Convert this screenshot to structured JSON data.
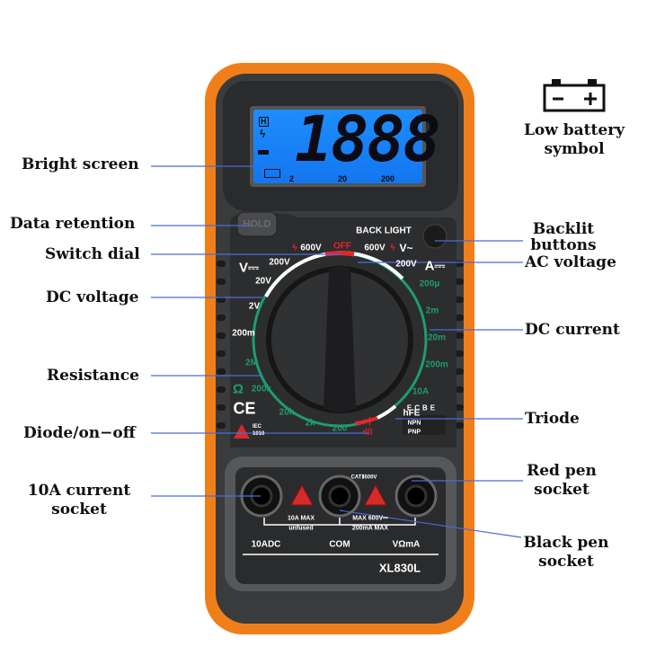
{
  "device": {
    "model": "XL830L",
    "body_color": "#f07f1a",
    "panel_color": "#2e2f31",
    "line_color": "#4b6bd8",
    "lcd": {
      "digits": "1888",
      "hold_indicator": "H",
      "voltage_indicator": "lightning-icon",
      "minus_sign": "-",
      "battery_indicator": "low-battery-icon",
      "range_marks": [
        "2",
        "20",
        "200"
      ]
    },
    "hold_button": "HOLD",
    "backlight_label": "BACK LIGHT",
    "dial": {
      "dc_voltage_symbol": "V⎓",
      "dc_current_symbol": "A⎓",
      "off": "OFF",
      "ac_voltage_symbol": "V~",
      "voltage_ranges": [
        "600V",
        "200V",
        "20V",
        "2V",
        "200m",
        "600V",
        "200V"
      ],
      "current_ranges": [
        "200μ",
        "2m",
        "20m",
        "200m",
        "10A"
      ],
      "resistance_symbol": "Ω",
      "resistance_ranges": [
        "2M",
        "200k",
        "20k",
        "2k",
        "200"
      ],
      "transistor": [
        "hFE",
        "NPN",
        "PNP"
      ],
      "transistor_socket": "ECBE"
    },
    "certification": {
      "ce": "CE",
      "standard": "IEC 1010"
    },
    "jacks": {
      "category": "CATⅡ600V",
      "left_note": [
        "10A MAX",
        "unfused"
      ],
      "right_note": [
        "MAX 600V⎓",
        "200mA MAX"
      ],
      "labels": [
        "10ADC",
        "COM",
        "VΩmA"
      ]
    }
  },
  "callouts": {
    "left": [
      "Bright screen",
      "Data retention",
      "Switch dial",
      "DC voltage",
      "Resistance",
      "Diode/on−off",
      "10A current",
      "socket"
    ],
    "right": [
      "Backlit",
      "buttons",
      "AC voltage",
      "DC current",
      "Triode",
      "Red pen",
      "socket",
      "Black pen",
      "socket"
    ],
    "low_battery": [
      "Low battery",
      "symbol"
    ]
  }
}
